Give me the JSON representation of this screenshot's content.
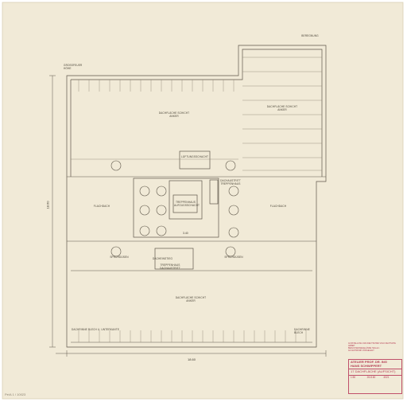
{
  "labels": {
    "top_right": "BEREGNUNG",
    "top_left": "GROSSFEUER HÖHE",
    "roof_north": "DACHFLÄCHE SCHICHT ANKER",
    "roof_northeast": "DACHFLÄCHE SCHICHT ANKER",
    "roof_west": "FLACHDACH",
    "roof_east": "FLACHDACH",
    "core": "TREPPENHAUS AUFZUGSSCHACHT",
    "core_upper": "LÜFTUNGSSCHACHT",
    "core_right": "DACHAUSTRITT TREPPENHAUS",
    "core_lower_left": "DACHEINSTIEG",
    "core_lower_right": "TREPPENHAUS DACHAUSTRITT",
    "roof_south": "DACHFLÄCHE SCHICHT ANKER",
    "spot_left": "SPRÜHDÜSEN",
    "spot_right": "SPRÜHDÜSEN",
    "bottom_left": "DACHRINNE BLECH U. UNTERKANTE",
    "bottom_right": "DACHRINNE BLECH"
  },
  "dimensions": {
    "bottom_total": "18.60",
    "left_total": "18.60",
    "core_width": "3.40"
  },
  "stamp": {
    "lines": [
      "AUSSTELLUNG 1934 DEUTSCHES VOLK DEUTSCHE ARBEIT",
      "BERLIN MESSEGELÄNDE HALLE 1",
      "ALS ENTWURF VORGELEGT"
    ]
  },
  "titleblock": {
    "office_line1": "ATELIER PROF. DR. ING",
    "office_line2": "HANS SCHWIPPERT",
    "sheet_no": "17",
    "sheet_title": "DACHFLÄCHE (AUFSICHT)",
    "scale": "1:50",
    "date": "26.8.60",
    "number": "4021"
  },
  "pencil_note": "Pe/A 1 / 10023"
}
